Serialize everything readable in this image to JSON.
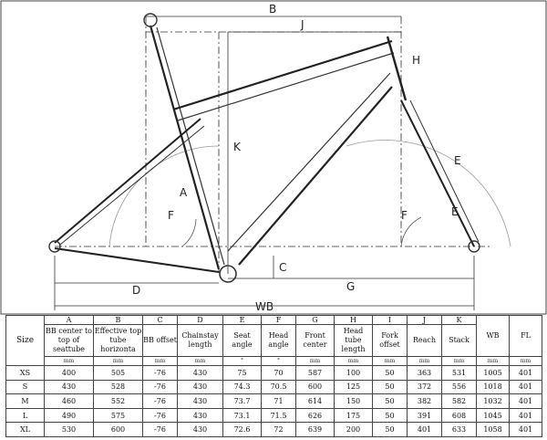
{
  "diagram": {
    "dimension_letters": [
      "B",
      "J",
      "K",
      "A",
      "F",
      "D",
      "C",
      "E",
      "G",
      "E",
      "F",
      "H",
      "WB"
    ]
  },
  "table": {
    "size_header": "Size",
    "columns": [
      {
        "letter": "A",
        "label": "BB center to top of seattube",
        "unit": "mm"
      },
      {
        "letter": "B",
        "label": "Effective top tube horizonta",
        "unit": "mm"
      },
      {
        "letter": "C",
        "label": "BB offset",
        "unit": "mm"
      },
      {
        "letter": "D",
        "label": "Chainstay length",
        "unit": "mm"
      },
      {
        "letter": "E",
        "label": "Seat angle",
        "unit": "°"
      },
      {
        "letter": "F",
        "label": "Head angle",
        "unit": "°"
      },
      {
        "letter": "G",
        "label": "Front center",
        "unit": "mm"
      },
      {
        "letter": "H",
        "label": "Head tube length",
        "unit": "mm"
      },
      {
        "letter": "I",
        "label": "Fork offset",
        "unit": "mm"
      },
      {
        "letter": "J",
        "label": "Reach",
        "unit": "mm"
      },
      {
        "letter": "K",
        "label": "Stack",
        "unit": "mm"
      },
      {
        "letter": "",
        "label": "WB",
        "unit": "mm"
      },
      {
        "letter": "",
        "label": "FL",
        "unit": "mm"
      }
    ],
    "rows": [
      {
        "size": "XS",
        "values": [
          "400",
          "505",
          "-76",
          "430",
          "75",
          "70",
          "587",
          "100",
          "50",
          "363",
          "531",
          "1005",
          "401"
        ]
      },
      {
        "size": "S",
        "values": [
          "430",
          "528",
          "-76",
          "430",
          "74.3",
          "70.5",
          "600",
          "125",
          "50",
          "372",
          "556",
          "1018",
          "401"
        ]
      },
      {
        "size": "M",
        "values": [
          "460",
          "552",
          "-76",
          "430",
          "73.7",
          "71",
          "614",
          "150",
          "50",
          "382",
          "582",
          "1032",
          "401"
        ]
      },
      {
        "size": "L",
        "values": [
          "490",
          "575",
          "-76",
          "430",
          "73.1",
          "71.5",
          "626",
          "175",
          "50",
          "391",
          "608",
          "1045",
          "401"
        ]
      },
      {
        "size": "XL",
        "values": [
          "530",
          "600",
          "-76",
          "430",
          "72.6",
          "72",
          "639",
          "200",
          "50",
          "401",
          "633",
          "1058",
          "401"
        ]
      }
    ]
  }
}
